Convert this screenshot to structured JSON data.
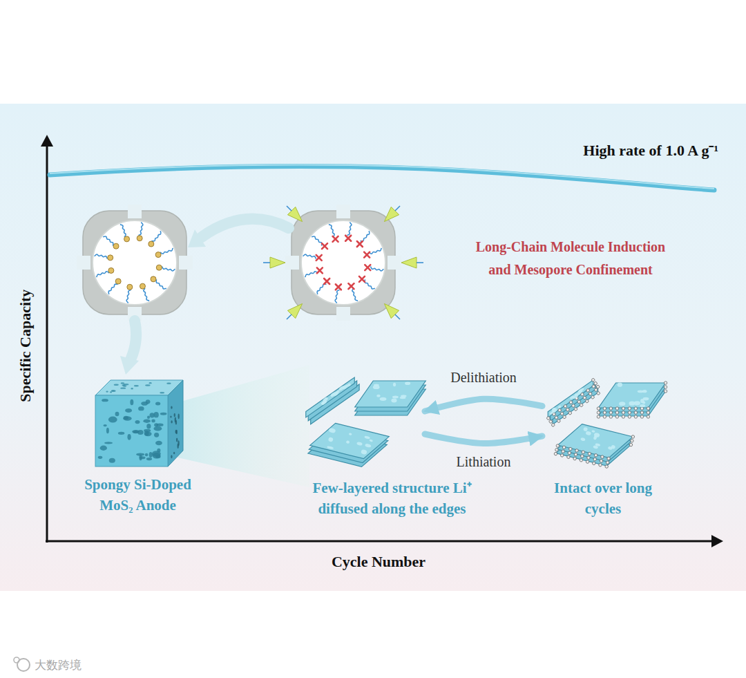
{
  "diagram": {
    "nodes": [
      {
        "text": [
          "Spongy Si-Doped MoS₂ Anode"
        ]
      },
      {
        "text": [
          "Few-layered structure Li⁺ diffused along the edges"
        ]
      },
      {
        "text": [
          "Intact over long cycles"
        ]
      }
    ],
    "edges": [
      {
        "from": 2,
        "to": 1,
        "label": "Delithiation",
        "arrow": "to"
      },
      {
        "from": 1,
        "to": 2,
        "label": "Lithiation",
        "arrow": "to"
      }
    ],
    "labels": [
      "High rate of 1.0 A g⁻¹",
      "Long-Chain Molecule Induction and Mesopore Confinement",
      "Specific Capacity",
      "Cycle Number",
      "大数跨境"
    ]
  }
}
